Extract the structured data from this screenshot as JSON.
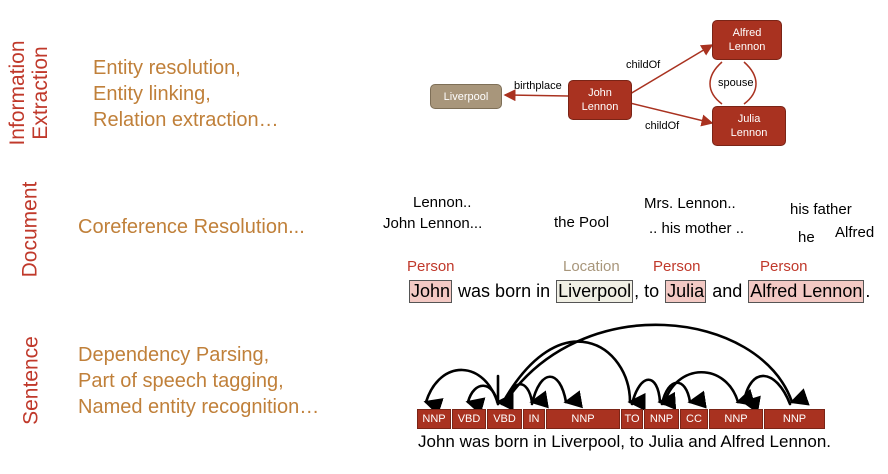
{
  "rows": {
    "information_extraction": {
      "label_line1": "Information",
      "label_line2": "Extraction",
      "tasks": [
        "Entity resolution,",
        "Entity linking,",
        "Relation extraction…"
      ]
    },
    "document": {
      "label": "Document",
      "tasks": [
        "Coreference Resolution..."
      ]
    },
    "sentence": {
      "label": "Sentence",
      "tasks": [
        "Dependency Parsing,",
        "Part of speech tagging,",
        "Named entity recognition…"
      ]
    }
  },
  "graph": {
    "nodes": {
      "liverpool": "Liverpool",
      "john_lennon": [
        "John",
        "Lennon"
      ],
      "alfred_lennon": [
        "Alfred",
        "Lennon"
      ],
      "julia_lennon": [
        "Julia",
        "Lennon"
      ]
    },
    "edges": {
      "birthplace": "birthplace",
      "childof_alfred": "childOf",
      "childof_julia": "childOf",
      "spouse": "spouse"
    }
  },
  "mentions": {
    "m1": "Lennon..",
    "m2": "John Lennon...",
    "m3": "the Pool",
    "m4": "Mrs. Lennon..",
    "m5": ".. his mother ..",
    "m6": "his father",
    "m7": "he",
    "m8": "Alfred"
  },
  "ner": {
    "types": {
      "t1": "Person",
      "t2": "Location",
      "t3": "Person",
      "t4": "Person"
    },
    "sentence": {
      "john": "John",
      "text1": " was born in ",
      "liverpool": "Liverpool",
      "text2": ", to ",
      "julia": "Julia",
      "text3": " and ",
      "alfred": "Alfred Lennon",
      "text4": "."
    }
  },
  "pos_tags": [
    "NNP",
    "VBD",
    "VBD",
    "IN",
    "NNP",
    "TO",
    "NNP",
    "CC",
    "NNP",
    "NNP"
  ],
  "sentence_text": "John was born in Liverpool, to Julia and Alfred Lennon.",
  "colors": {
    "accent_red": "#a93220",
    "label_red": "#c0392b",
    "task_orange": "#c0803a",
    "location_tan": "#a8967b",
    "person_fill": "#f3c9c4"
  }
}
